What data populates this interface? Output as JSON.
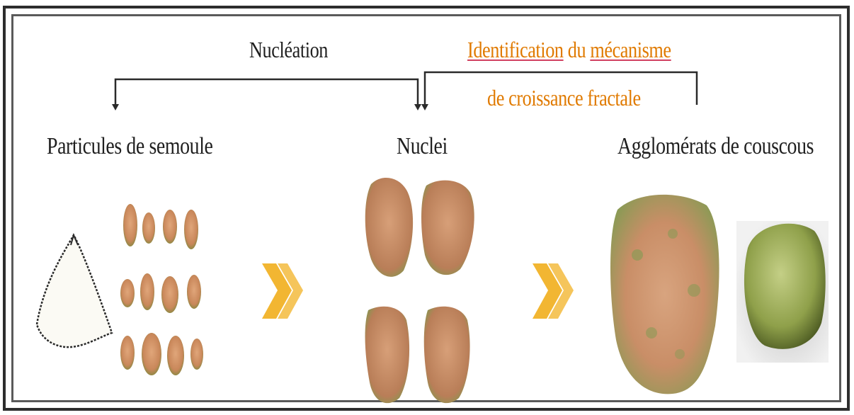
{
  "top_labels": {
    "nucleation": "Nucléation",
    "mechanism_line1_a": "Identification",
    "mechanism_line1_b": "du",
    "mechanism_line1_c": "mécanisme",
    "mechanism_line2": "de  croissance fractale"
  },
  "stages": {
    "semolina": "Particules de semoule",
    "nuclei": "Nuclei",
    "agglomerates": "Agglomérats de couscous"
  },
  "colors": {
    "frame": "#2d2d2d",
    "chevron": "#f2b632",
    "highlight": "#e07a00",
    "underline": "#d04060",
    "semolina": "#c9875a",
    "agglomerate": "#c98e67",
    "grain": "#8fa04a"
  },
  "icons": [
    "chevron-arrow-icon",
    "semolina-pile-icon"
  ]
}
